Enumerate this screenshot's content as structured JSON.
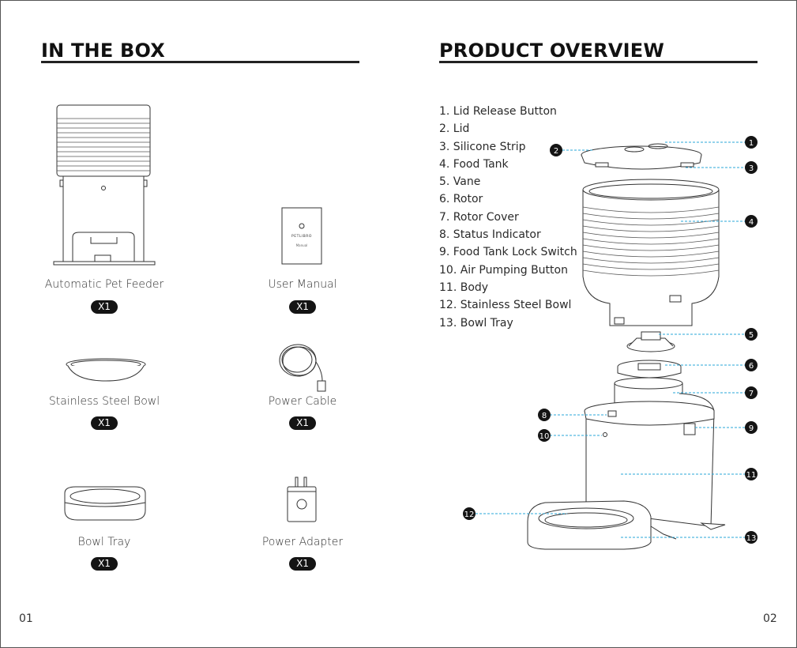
{
  "left_page": {
    "heading": "IN THE BOX",
    "items": [
      {
        "name": "Automatic Pet Feeder",
        "qty": "X1"
      },
      {
        "name": "User Manual",
        "qty": "X1"
      },
      {
        "name": "Stainless Steel Bowl",
        "qty": "X1"
      },
      {
        "name": "Power Cable",
        "qty": "X1"
      },
      {
        "name": "Bowl Tray",
        "qty": "X1"
      },
      {
        "name": "Power Adapter",
        "qty": "X1"
      }
    ],
    "manual_brand": "PETLIBRO",
    "manual_word": "Manual",
    "page_number": "01"
  },
  "right_page": {
    "heading": "PRODUCT OVERVIEW",
    "parts": [
      "1. Lid Release Button",
      "2. Lid",
      "3. Silicone Strip",
      "4. Food Tank",
      "5. Vane",
      "6. Rotor",
      "7. Rotor Cover",
      "8. Status Indicator",
      "9. Food Tank Lock Switch",
      "10. Air Pumping Button",
      "11. Body",
      "12. Stainless Steel Bowl",
      "13. Bowl Tray"
    ],
    "callouts": [
      "1",
      "2",
      "3",
      "4",
      "5",
      "6",
      "7",
      "8",
      "9",
      "10",
      "11",
      "12",
      "13"
    ],
    "page_number": "02"
  }
}
